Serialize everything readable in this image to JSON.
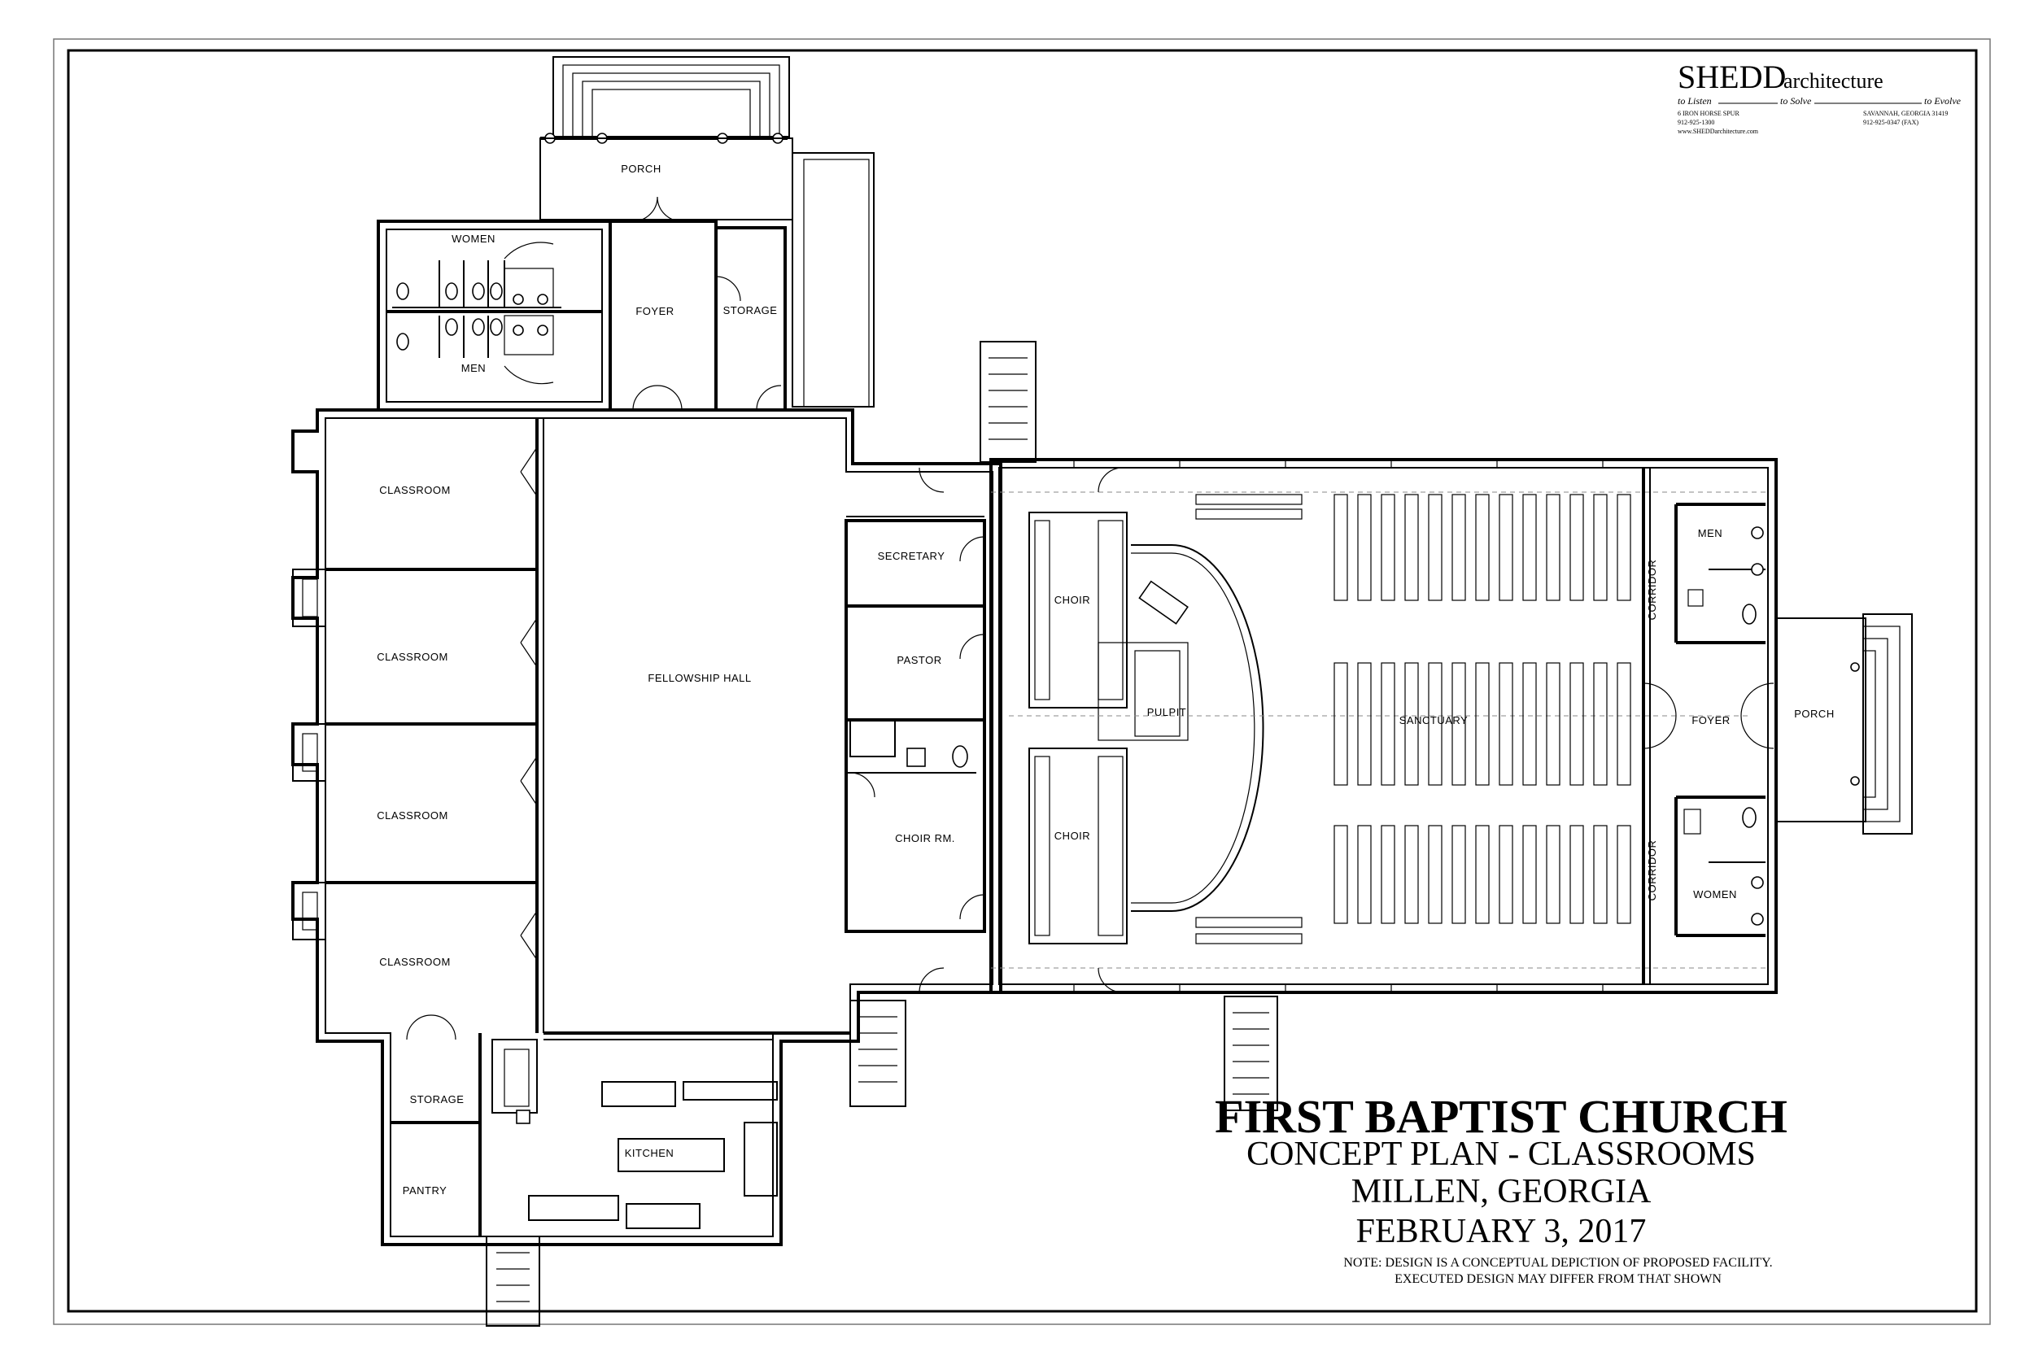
{
  "firm": {
    "name_main": "SHEDD",
    "name_suffix": "architecture",
    "tagline_1": "to Listen",
    "tagline_2": "to Solve",
    "tagline_3": "to Evolve",
    "address_line_1": "6 IRON HORSE SPUR",
    "address_line_2": "912-925-1300",
    "address_line_3": "www.SHEDDarchitecture.com",
    "address_right_1": "SAVANNAH, GEORGIA 31419",
    "address_right_2": "912-925-0347 (FAX)"
  },
  "title_block": {
    "project": "FIRST BAPTIST CHURCH",
    "sheet": "CONCEPT PLAN - CLASSROOMS",
    "location": "MILLEN, GEORGIA",
    "date": "FEBRUARY 3, 2017",
    "note_line_1": "NOTE: DESIGN IS A CONCEPTUAL DEPICTION OF PROPOSED FACILITY.",
    "note_line_2": "EXECUTED DESIGN MAY DIFFER FROM THAT SHOWN"
  },
  "rooms": {
    "porch_north": "PORCH",
    "women_north": "WOMEN",
    "men_north": "MEN",
    "foyer_north": "FOYER",
    "storage_north": "STORAGE",
    "classroom_1": "CLASSROOM",
    "classroom_2": "CLASSROOM",
    "classroom_3": "CLASSROOM",
    "classroom_4": "CLASSROOM",
    "fellowship_hall": "FELLOWSHIP HALL",
    "storage_south": "STORAGE",
    "pantry": "PANTRY",
    "kitchen": "KITCHEN",
    "secretary": "SECRETARY",
    "pastor": "PASTOR",
    "choir_rm": "CHOIR RM.",
    "choir_upper": "CHOIR",
    "choir_lower": "CHOIR",
    "pulpit": "PULPIT",
    "sanctuary": "SANCTUARY",
    "corridor_upper": "CORRIDOR",
    "corridor_lower": "CORRIDOR",
    "men_east": "MEN",
    "women_east": "WOMEN",
    "foyer_east": "FOYER",
    "porch_east": "PORCH"
  }
}
